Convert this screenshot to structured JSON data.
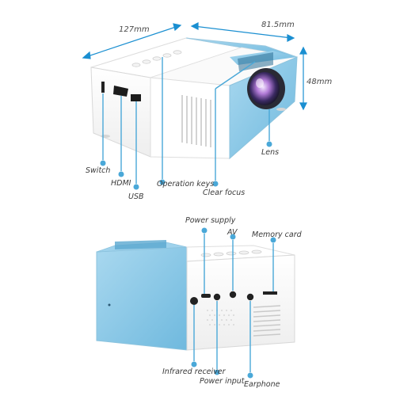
{
  "dimensions": {
    "length": "127mm",
    "width": "81.5mm",
    "height": "48mm"
  },
  "top_view_labels": {
    "switch": "Switch",
    "hdmi": "HDMI",
    "usb": "USB",
    "operation_keys": "Operation keys",
    "clear_focus": "Clear focus",
    "lens": "Lens"
  },
  "bottom_view_labels": {
    "power_supply": "Power supply",
    "av": "AV",
    "memory_card": "Memory card",
    "infrared_receiver": "Infrared receiver",
    "power_input": "Power input",
    "earphone": "Earphone"
  },
  "colors": {
    "accent_blue": "#4aa8d8",
    "projector_blue": "#8fcbe8",
    "dimension_line": "#1a8fd1",
    "body_white": "#ffffff"
  }
}
